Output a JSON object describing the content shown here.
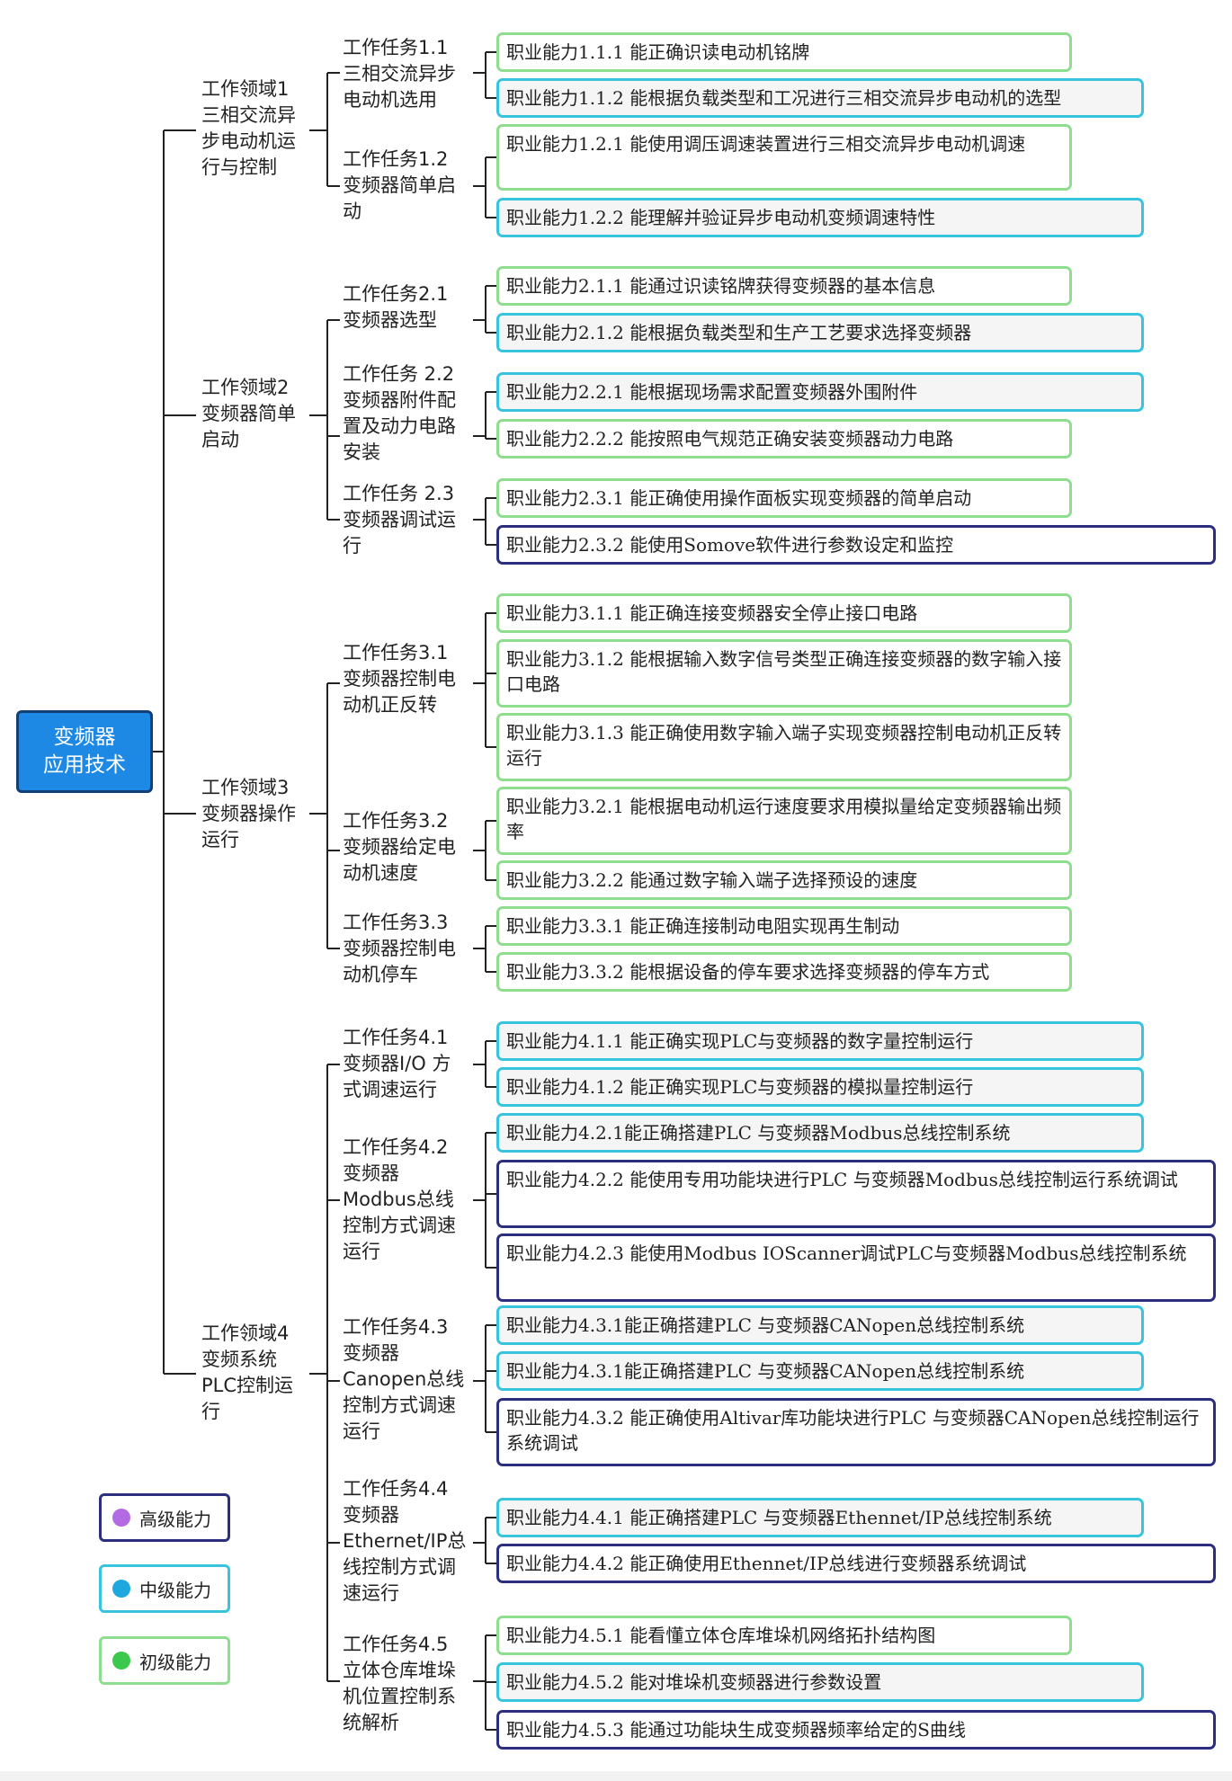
{
  "root": {
    "line1": "变频器",
    "line2": "应用技术"
  },
  "domains": [
    {
      "text": "工作领域1\n三相交流异\n步电动机运\n行与控制"
    },
    {
      "text": "工作领域2\n变频器简单\n启动"
    },
    {
      "text": "工作领域3\n变频器操作\n运行"
    },
    {
      "text": "工作领域4\n变频系统\nPLC控制运\n行"
    }
  ],
  "tasks": [
    {
      "text": "工作任务1.1\n三相交流异步\n电动机选用"
    },
    {
      "text": "工作任务1.2\n变频器简单启\n动"
    },
    {
      "text": "工作任务2.1\n变频器选型"
    },
    {
      "text": "工作任务 2.2\n变频器附件配\n置及动力电路\n安装"
    },
    {
      "text": "工作任务 2.3\n变频器调试运\n行"
    },
    {
      "text": "工作任务3.1\n变频器控制电\n动机正反转"
    },
    {
      "text": "工作任务3.2\n变频器给定电\n动机速度"
    },
    {
      "text": "工作任务3.3\n变频器控制电\n动机停车"
    },
    {
      "text": "工作任务4.1\n变频器I/O 方\n式调速运行"
    },
    {
      "text": "工作任务4.2\n变频器\nModbus总线\n控制方式调速\n运行"
    },
    {
      "text": "工作任务4.3\n变频器\nCanopen总线\n控制方式调速\n运行"
    },
    {
      "text": "工作任务4.4\n变频器\nEthernet/IP总\n线控制方式调\n速运行"
    },
    {
      "text": "工作任务4.5\n立体仓库堆垛\n机位置控制系\n统解析"
    }
  ],
  "capabilities": [
    {
      "text": "职业能力1.1.1 能正确识读电动机铭牌",
      "level": "basic"
    },
    {
      "text": "职业能力1.1.2 能根据负载类型和工况进行三相交流异步电动机的选型",
      "level": "mid"
    },
    {
      "text": "职业能力1.2.1 能使用调压调速装置进行三相交流异步电动机调速",
      "level": "basic"
    },
    {
      "text": "职业能力1.2.2 能理解并验证异步电动机变频调速特性",
      "level": "mid"
    },
    {
      "text": "职业能力2.1.1  能通过识读铭牌获得变频器的基本信息",
      "level": "basic"
    },
    {
      "text": "职业能力2.1.2 能根据负载类型和生产工艺要求选择变频器",
      "level": "mid"
    },
    {
      "text": "职业能力2.2.1 能根据现场需求配置变频器外围附件",
      "level": "mid"
    },
    {
      "text": "职业能力2.2.2 能按照电气规范正确安装变频器动力电路",
      "level": "basic"
    },
    {
      "text": "职业能力2.3.1 能正确使用操作面板实现变频器的简单启动",
      "level": "basic"
    },
    {
      "text": "职业能力2.3.2 能使用Somove软件进行参数设定和监控",
      "level": "adv"
    },
    {
      "text": "职业能力3.1.1 能正确连接变频器安全停止接口电路",
      "level": "basic"
    },
    {
      "text": "职业能力3.1.2 能根据输入数字信号类型正确连接变频器的数字输入接口电路",
      "level": "basic"
    },
    {
      "text": "职业能力3.1.3 能正确使用数字输入端子实现变频器控制电动机正反转运行",
      "level": "basic"
    },
    {
      "text": "职业能力3.2.1 能根据电动机运行速度要求用模拟量给定变频器输出频率",
      "level": "basic"
    },
    {
      "text": "职业能力3.2.2 能通过数字输入端子选择预设的速度",
      "level": "basic"
    },
    {
      "text": "职业能力3.3.1 能正确连接制动电阻实现再生制动",
      "level": "basic"
    },
    {
      "text": "职业能力3.3.2 能根据设备的停车要求选择变频器的停车方式",
      "level": "basic"
    },
    {
      "text": "职业能力4.1.1 能正确实现PLC与变频器的数字量控制运行",
      "level": "mid"
    },
    {
      "text": "职业能力4.1.2 能正确实现PLC与变频器的模拟量控制运行",
      "level": "mid"
    },
    {
      "text": "职业能力4.2.1能正确搭建PLC 与变频器Modbus总线控制系统",
      "level": "mid"
    },
    {
      "text": "职业能力4.2.2 能使用专用功能块进行PLC 与变频器Modbus总线控制运行系统调试",
      "level": "adv"
    },
    {
      "text": "职业能力4.2.3 能使用Modbus IOScanner调试PLC与变频器Modbus总线控制系统",
      "level": "adv"
    },
    {
      "text": "职业能力4.3.1能正确搭建PLC 与变频器CANopen总线控制系统",
      "level": "mid"
    },
    {
      "text": "职业能力4.3.1能正确搭建PLC 与变频器CANopen总线控制系统",
      "level": "mid"
    },
    {
      "text": "职业能力4.3.2 能正确使用Altivar库功能块进行PLC 与变频器CANopen总线控制运行系统调试",
      "level": "adv"
    },
    {
      "text": "职业能力4.4.1 能正确搭建PLC 与变频器Ethennet/IP总线控制系统",
      "level": "mid"
    },
    {
      "text": "职业能力4.4.2 能正确使用Ethennet/IP总线进行变频器系统调试",
      "level": "adv"
    },
    {
      "text": "职业能力4.5.1 能看懂立体仓库堆垛机网络拓扑结构图",
      "level": "basic"
    },
    {
      "text": "职业能力4.5.2 能对堆垛机变频器进行参数设置",
      "level": "mid"
    },
    {
      "text": "职业能力4.5.3 能通过功能块生成变频器频率给定的S曲线",
      "level": "adv"
    }
  ],
  "legend": [
    {
      "label": "高级能力",
      "dot_color": "#b36ae2",
      "border_color": "#2c2f7e"
    },
    {
      "label": "中级能力",
      "dot_color": "#1fa8e0",
      "border_color": "#38c4dd"
    },
    {
      "label": "初级能力",
      "dot_color": "#3cc84a",
      "border_color": "#8fdd8f"
    }
  ]
}
